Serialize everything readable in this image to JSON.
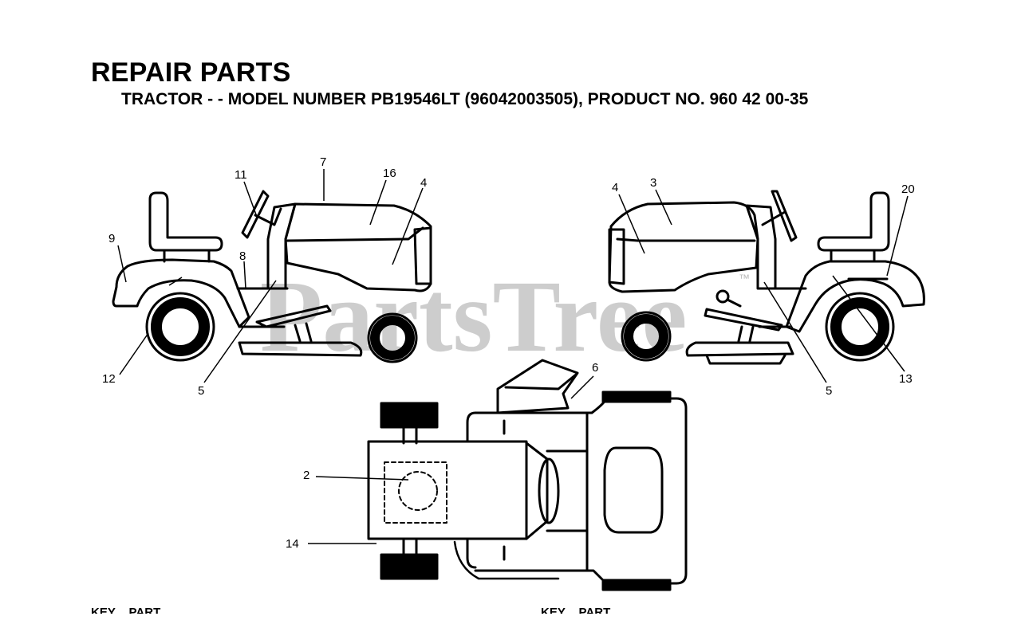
{
  "header": {
    "title": "REPAIR PARTS",
    "subtitle": "TRACTOR - - MODEL NUMBER PB19546LT (96042003505), PRODUCT NO. 960 42 00-35"
  },
  "watermark": {
    "text": "PartsTree",
    "trademark": "™",
    "color": "#b8b8b8"
  },
  "callouts": {
    "left_view": [
      "9",
      "11",
      "7",
      "16",
      "4",
      "8",
      "12",
      "5"
    ],
    "right_view": [
      "4",
      "3",
      "20",
      "5",
      "13"
    ],
    "top_view": [
      "6",
      "2",
      "14"
    ]
  },
  "key_headers": [
    {
      "key": "KEY",
      "part": "PART"
    },
    {
      "key": "KEY",
      "part": "PART"
    }
  ],
  "colors": {
    "ink": "#000000",
    "background": "#ffffff"
  }
}
